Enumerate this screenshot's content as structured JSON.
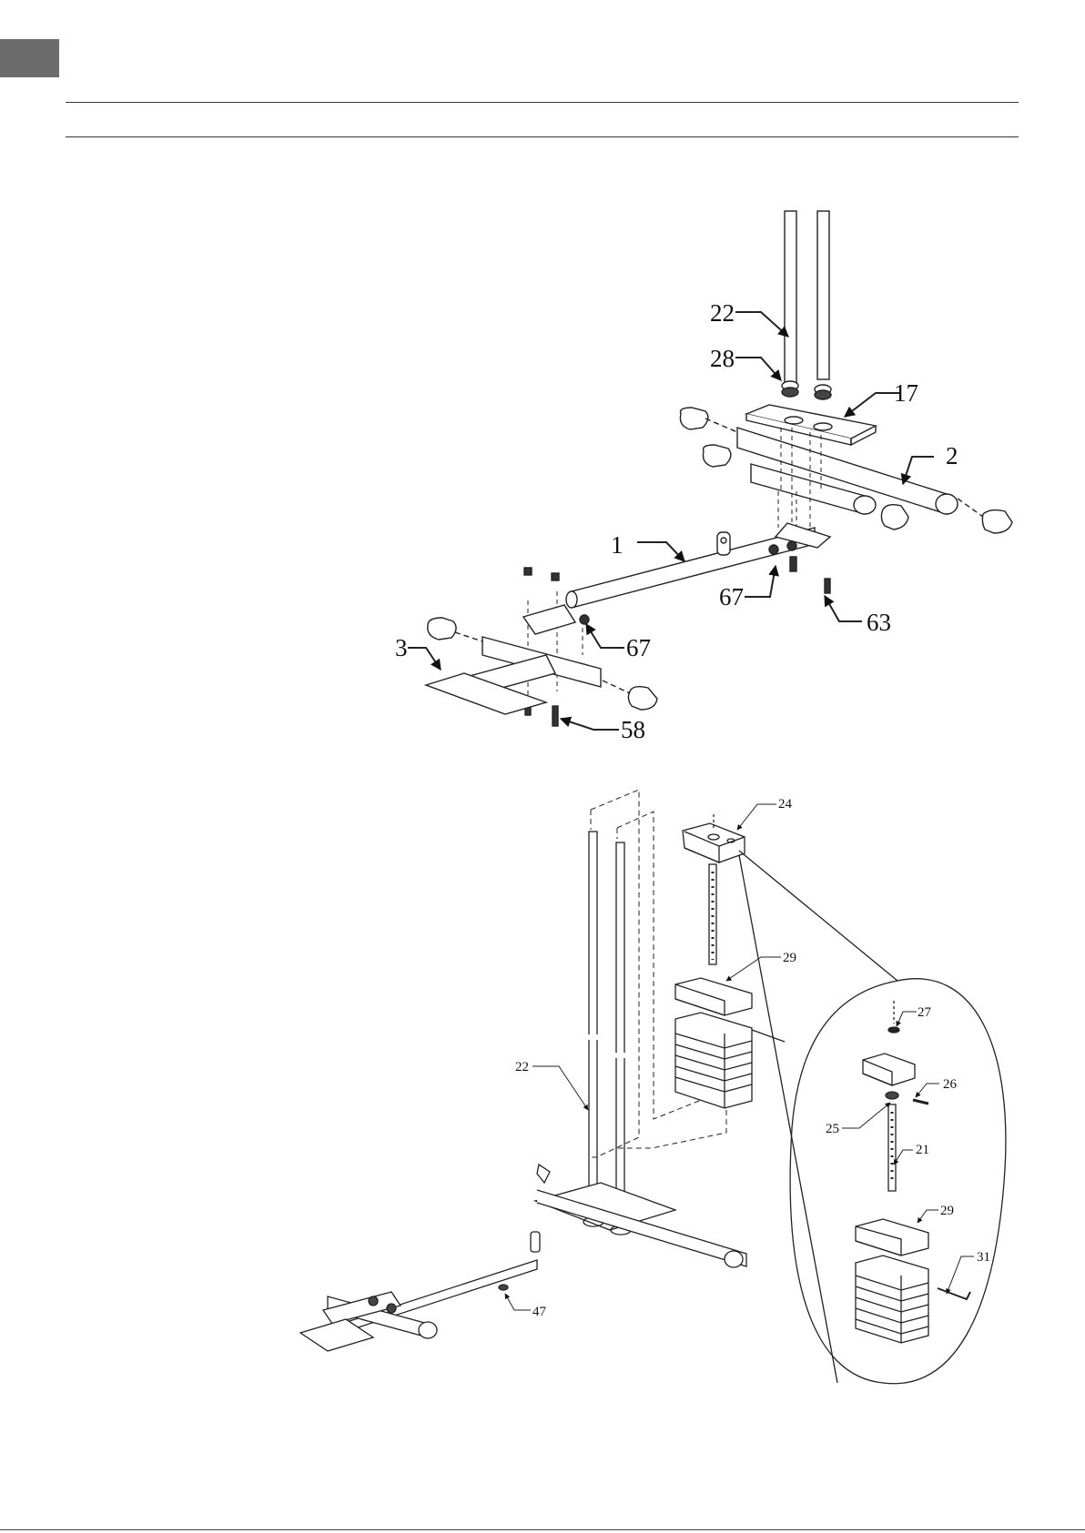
{
  "header": {
    "tab_color": "#6b6b6b"
  },
  "upper_diagram": {
    "callouts": [
      {
        "id": "c22",
        "label": "22"
      },
      {
        "id": "c28",
        "label": "28"
      },
      {
        "id": "c17",
        "label": "17"
      },
      {
        "id": "c2",
        "label": "2"
      },
      {
        "id": "c1",
        "label": "1"
      },
      {
        "id": "c67a",
        "label": "67"
      },
      {
        "id": "c63",
        "label": "63"
      },
      {
        "id": "c67b",
        "label": "67"
      },
      {
        "id": "c3",
        "label": "3"
      },
      {
        "id": "c58",
        "label": "58"
      }
    ]
  },
  "lower_diagram": {
    "callouts": [
      {
        "id": "c24",
        "label": "24"
      },
      {
        "id": "c29a",
        "label": "29"
      },
      {
        "id": "c22b",
        "label": "22"
      },
      {
        "id": "c47",
        "label": "47"
      },
      {
        "id": "c27",
        "label": "27"
      },
      {
        "id": "c26",
        "label": "26"
      },
      {
        "id": "c25",
        "label": "25"
      },
      {
        "id": "c21",
        "label": "21"
      },
      {
        "id": "c29b",
        "label": "29"
      },
      {
        "id": "c31",
        "label": "31"
      }
    ]
  }
}
